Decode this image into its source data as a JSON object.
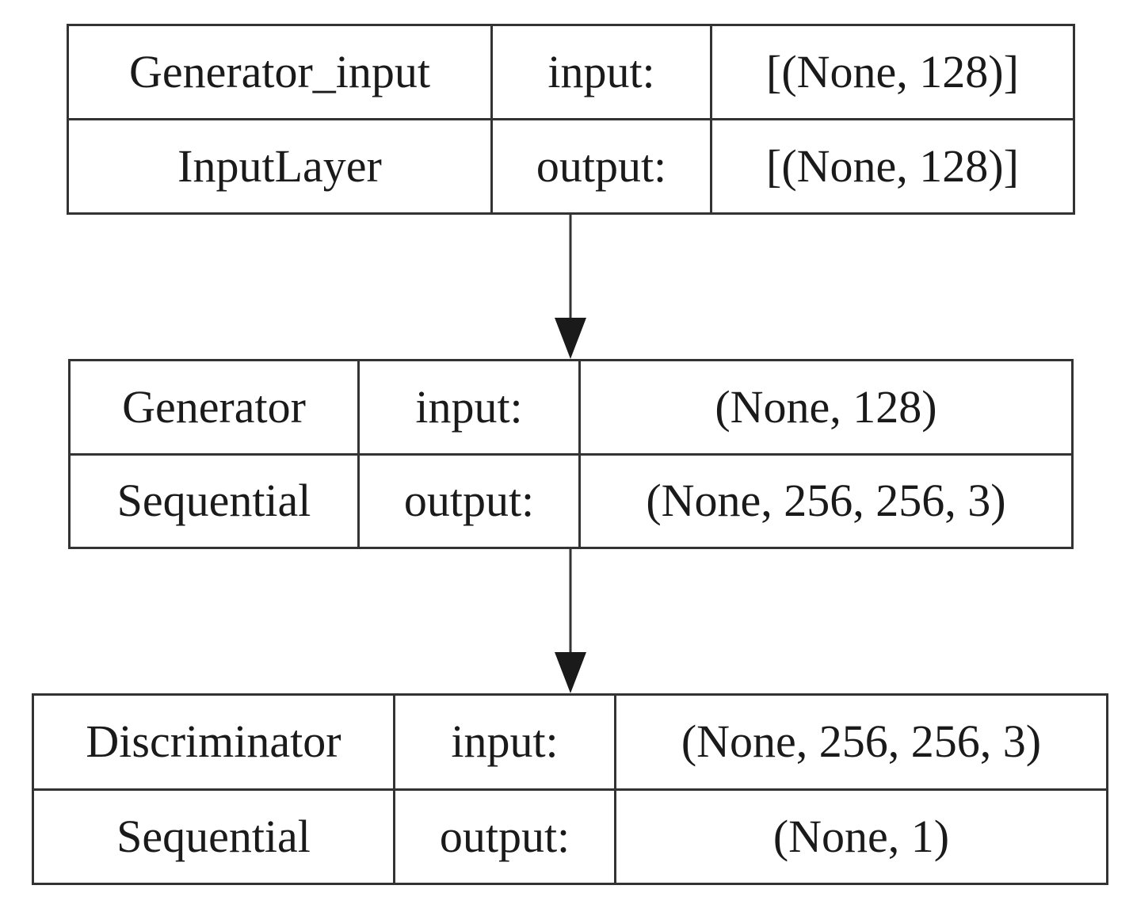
{
  "layers": [
    {
      "name": "Generator_input",
      "type": "InputLayer",
      "input_label": "input:",
      "output_label": "output:",
      "input_shape": "[(None, 128)]",
      "output_shape": "[(None, 128)]"
    },
    {
      "name": "Generator",
      "type": "Sequential",
      "input_label": "input:",
      "output_label": "output:",
      "input_shape": "(None, 128)",
      "output_shape": "(None, 256, 256, 3)"
    },
    {
      "name": "Discriminator",
      "type": "Sequential",
      "input_label": "input:",
      "output_label": "output:",
      "input_shape": "(None, 256, 256, 3)",
      "output_shape": "(None, 1)"
    }
  ],
  "edges": [
    {
      "from": "Generator_input",
      "to": "Generator"
    },
    {
      "from": "Generator",
      "to": "Discriminator"
    }
  ],
  "colors": {
    "stroke": "#333333",
    "text": "#1a1a1a",
    "background": "#ffffff"
  }
}
